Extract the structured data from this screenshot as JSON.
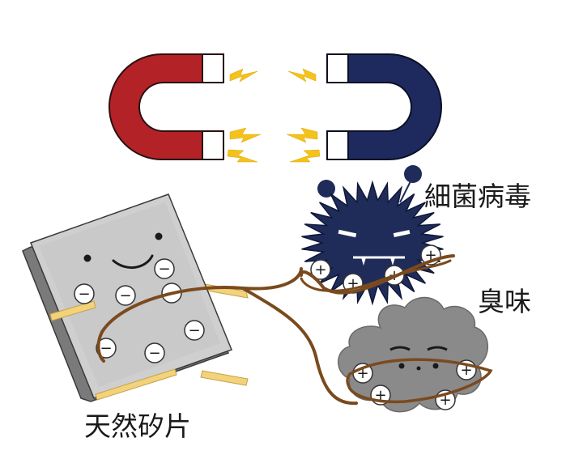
{
  "labels": {
    "germs": "細菌病毒",
    "odor": "臭味",
    "stone": "天然矽片"
  },
  "charges": {
    "negative": "−",
    "positive": "+"
  },
  "colors": {
    "magnet_north": "#b32226",
    "magnet_south": "#1e2a5e",
    "spark": "#f4c21b",
    "germ": "#1f2c5a",
    "cloud": "#808080",
    "rope": "#8b5a2b",
    "stone": "#c8c8c8",
    "strap": "#f2d27a"
  },
  "icons": {
    "magnet_left": "red-horseshoe-magnet",
    "magnet_right": "blue-horseshoe-magnet",
    "sparks": "attraction-spark",
    "germ": "spiky-germ",
    "cloud": "odor-cloud",
    "stone": "silicon-stone-tile"
  }
}
